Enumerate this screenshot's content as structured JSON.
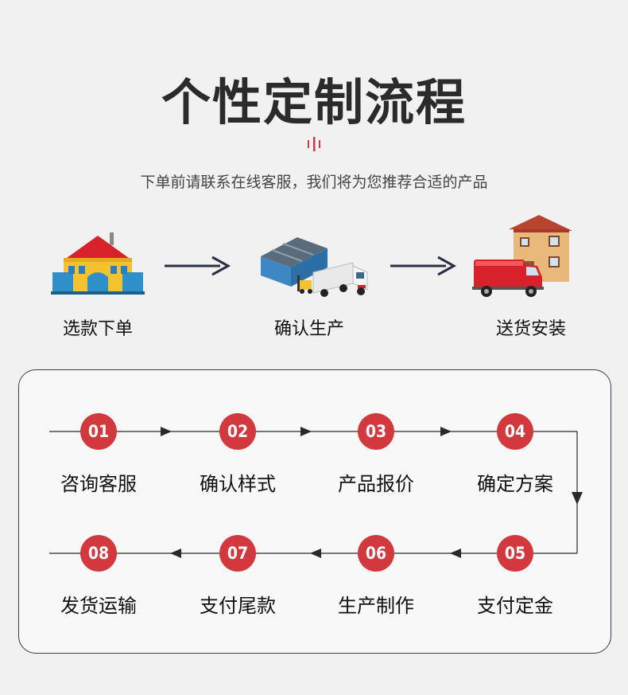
{
  "header": {
    "title": "个性定制流程",
    "subtitle": "下单前请联系在线客服，我们将为您推荐合适的产品",
    "accent_color": "#d2393e"
  },
  "stages": [
    {
      "label": "选款下单",
      "icon": "warehouse-icon"
    },
    {
      "label": "确认生产",
      "icon": "factory-truck-icon"
    },
    {
      "label": "送货安装",
      "icon": "delivery-house-icon"
    }
  ],
  "steps": [
    {
      "num": "01",
      "label": "咨询客服"
    },
    {
      "num": "02",
      "label": "确认样式"
    },
    {
      "num": "03",
      "label": "产品报价"
    },
    {
      "num": "04",
      "label": "确定方案"
    },
    {
      "num": "05",
      "label": "支付定金"
    },
    {
      "num": "06",
      "label": "生产制作"
    },
    {
      "num": "07",
      "label": "支付尾款"
    },
    {
      "num": "08",
      "label": "发货运输"
    }
  ]
}
